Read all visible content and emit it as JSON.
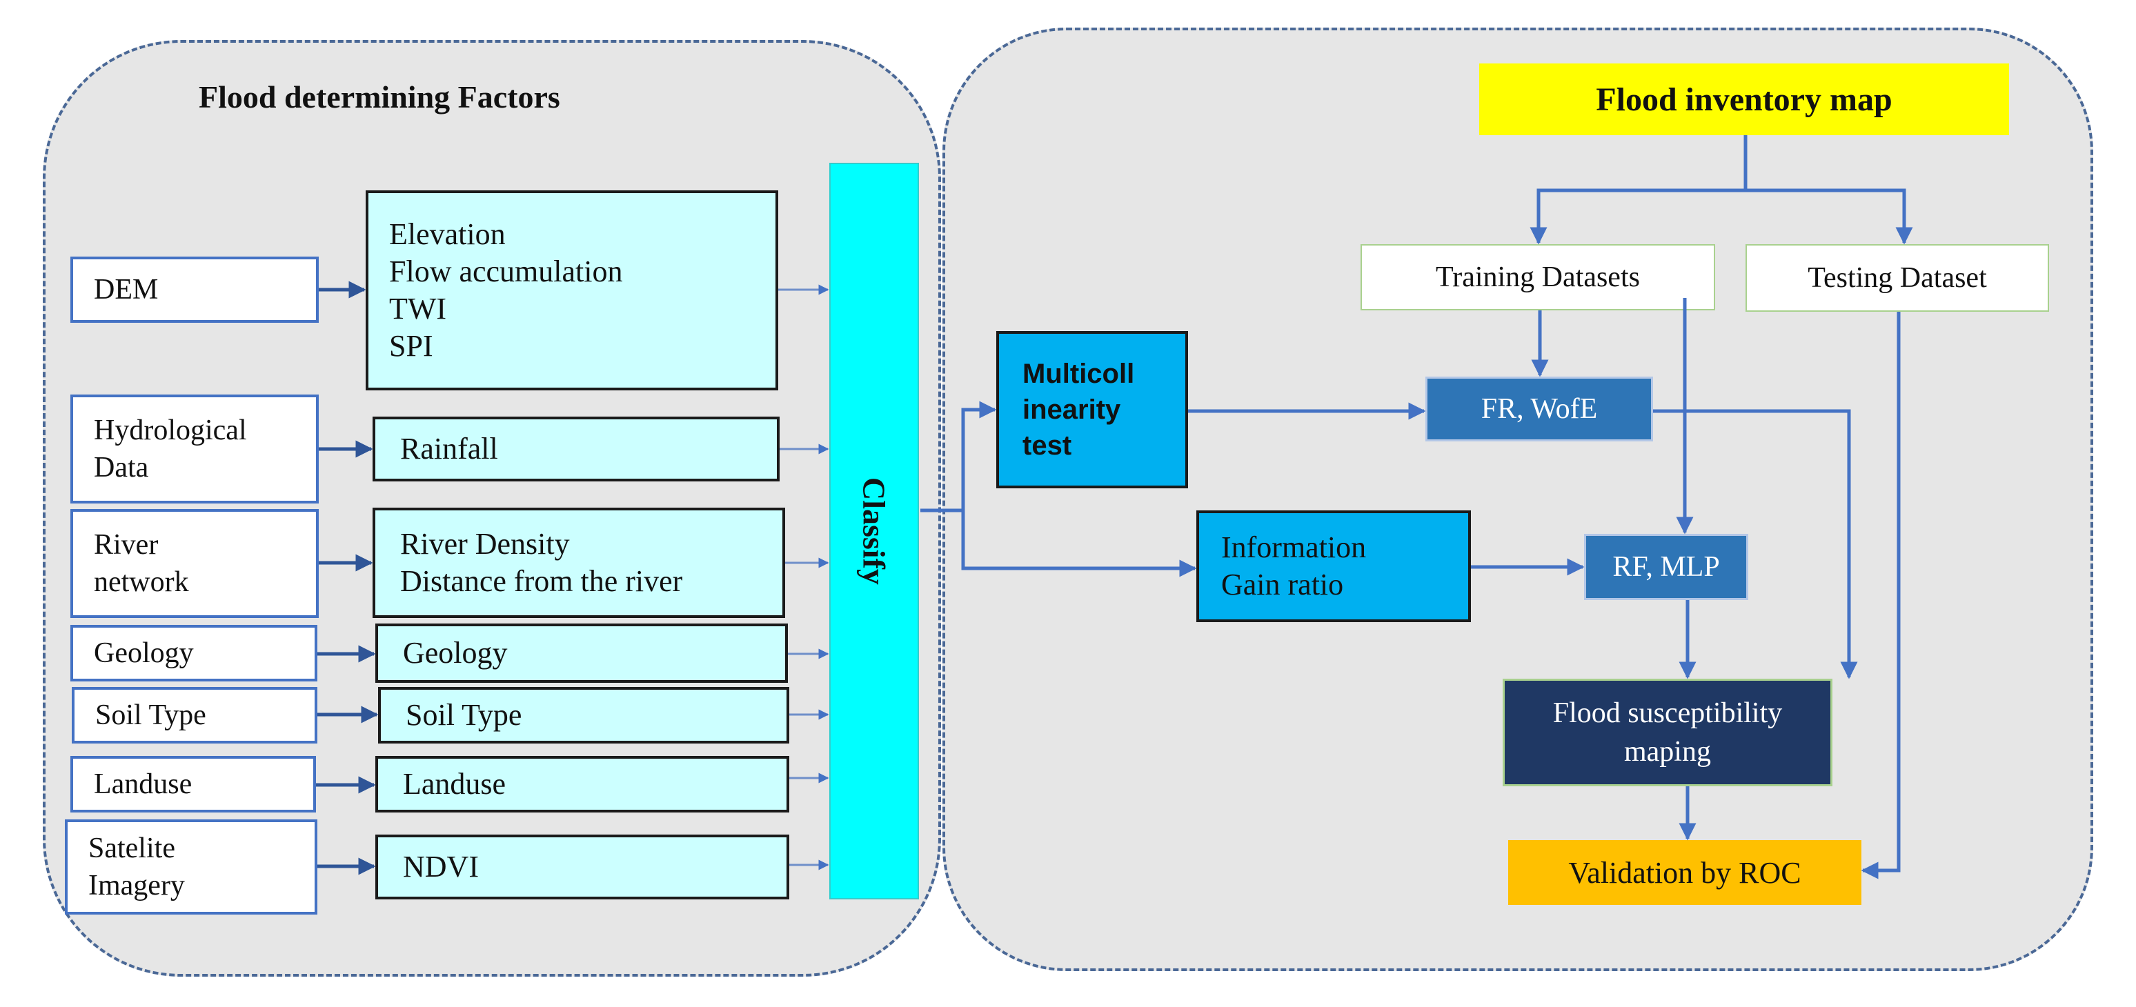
{
  "left_panel": {
    "title": "Flood determining Factors"
  },
  "sources": [
    {
      "id": "dem",
      "label": "DEM"
    },
    {
      "id": "hydro",
      "label": "Hydrological\nData"
    },
    {
      "id": "river",
      "label": "River\nnetwork"
    },
    {
      "id": "geology",
      "label": "Geology"
    },
    {
      "id": "soil",
      "label": "Soil Type"
    },
    {
      "id": "landuse",
      "label": "Landuse"
    },
    {
      "id": "satellite",
      "label": "Satelite\nImagery"
    }
  ],
  "factors": [
    {
      "id": "terrain",
      "label": "Elevation\nFlow accumulation\nTWI\nSPI"
    },
    {
      "id": "rainfall",
      "label": "Rainfall"
    },
    {
      "id": "river",
      "label": "River Density\nDistance from the river"
    },
    {
      "id": "geology",
      "label": "Geology"
    },
    {
      "id": "soil",
      "label": "Soil Type"
    },
    {
      "id": "landuse",
      "label": "Landuse"
    },
    {
      "id": "ndvi",
      "label": "NDVI"
    }
  ],
  "classify": {
    "label": "Classify"
  },
  "multicollinearity": {
    "label": "Multicoll\ninearity\ntest"
  },
  "info_gain": {
    "label": "Information\nGain ratio"
  },
  "inventory": {
    "label": "Flood inventory map"
  },
  "training": {
    "label": "Training Datasets"
  },
  "testing": {
    "label": "Testing Dataset"
  },
  "fr_wofe": {
    "label": "FR, WofE"
  },
  "rf_mlp": {
    "label": "RF, MLP"
  },
  "susceptibility": {
    "label": "Flood susceptibility\nmaping"
  },
  "validation": {
    "label": "Validation by ROC"
  },
  "colors": {
    "panel_fill": "#e6e6e6",
    "panel_border": "#4a6896",
    "factor_fill": "#ccffff",
    "classify_fill": "#00ffff",
    "multicollinearity_fill": "#00b0f0",
    "model_fill": "#2e75b6",
    "susceptibility_fill": "#1f3864",
    "inventory_fill": "#ffff00",
    "validation_fill": "#ffc000",
    "arrow": "#4472c4"
  }
}
